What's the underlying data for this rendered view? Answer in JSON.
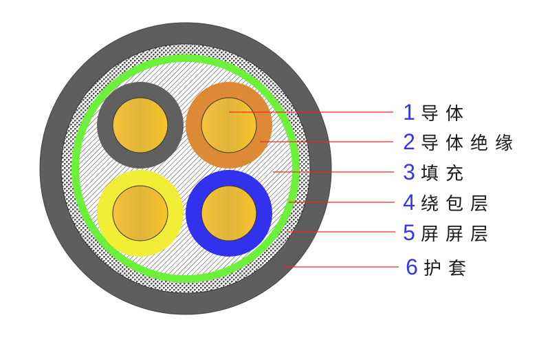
{
  "title": "cable cross-section",
  "colors": {
    "jacket": "#5e5e5e",
    "wrap": "#6df03a",
    "conductor": "#f2b92e",
    "insulation_gray": "#606060",
    "insulation_orange": "#dd8a36",
    "insulation_yellow": "#f2ee38",
    "insulation_blue": "#3232ee",
    "leader": "#ff2020",
    "number": "#3535f0"
  },
  "labels": [
    {
      "num": "1",
      "text": "导体"
    },
    {
      "num": "2",
      "text": "导体绝缘"
    },
    {
      "num": "3",
      "text": "填充"
    },
    {
      "num": "4",
      "text": "绕包层"
    },
    {
      "num": "5",
      "text": "屏屏层"
    },
    {
      "num": "6",
      "text": "护套"
    }
  ]
}
